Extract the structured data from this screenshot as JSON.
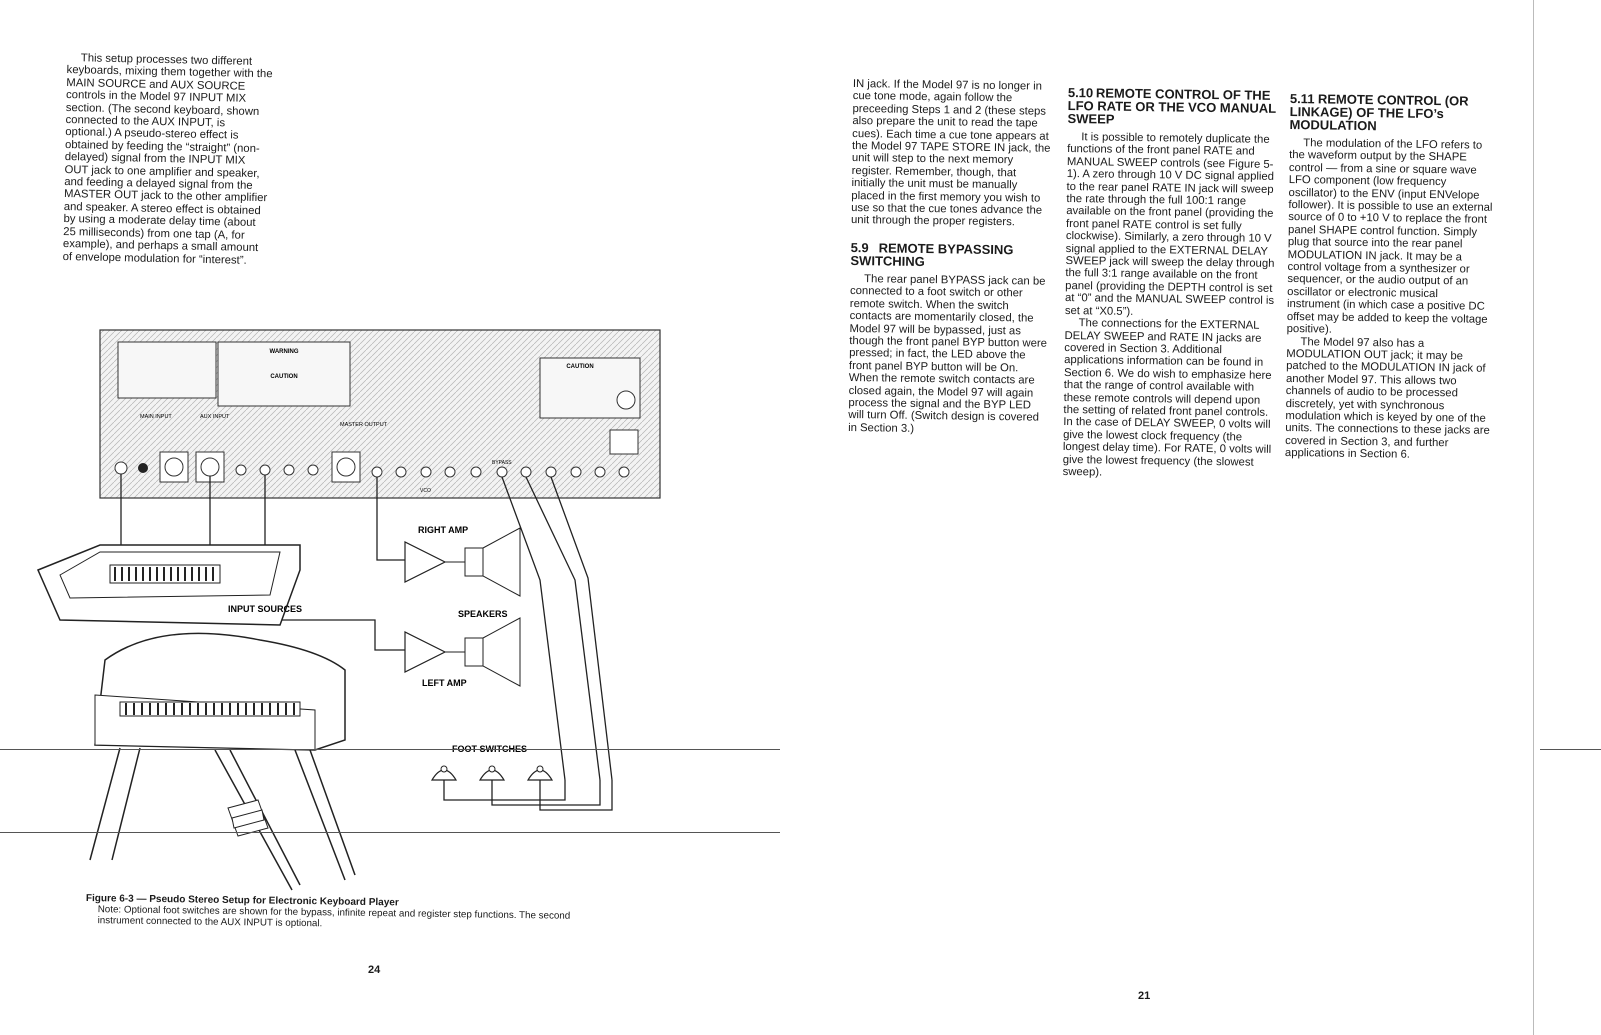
{
  "left_page": {
    "intro_text": "This setup processes two different keyboards, mixing them together with the MAIN SOURCE and AUX SOURCE controls in the Model 97 INPUT MIX section. (The second keyboard, shown connected to the AUX INPUT, is optional.) A pseudo-stereo effect is obtained by feeding the “straight” (non-delayed) signal from the INPUT MIX OUT jack to one amplifier and speaker, and feeding a delayed signal from the MASTER OUT jack to the other amplifier and speaker. A stereo effect is obtained by using a moderate delay time (about 25 milliseconds) from one tap (A, for example), and perhaps a small amount of envelope modulation for “interest”.",
    "figure": {
      "label_right_amp": "RIGHT AMP",
      "label_left_amp": "LEFT AMP",
      "label_speakers": "SPEAKERS",
      "label_input_sources": "INPUT SOURCES",
      "label_foot_switches": "FOOT SWITCHES",
      "label_warning": "WARNING",
      "label_caution_center": "CAUTION",
      "label_caution_right": "CAUTION",
      "label_main_input": "MAIN INPUT",
      "label_aux_input": "AUX INPUT",
      "label_master_output": "MASTER OUTPUT",
      "label_bypass": "BYPASS",
      "label_vco": "VCO"
    },
    "caption_title": "Figure 6-3 — Pseudo Stereo Setup for Electronic Keyboard Player",
    "caption_note": "Note: Optional foot switches are shown for the bypass, infinite repeat and register step functions. The second instrument connected to the AUX INPUT is optional.",
    "page_number": "24"
  },
  "right_page": {
    "col1_text": "IN jack. If the Model 97 is no longer in cue tone mode, again follow the preceeding Steps 1 and 2 (these steps also prepare the unit to read the tape cues). Each time a cue tone appears at the Model 97 TAPE STORE IN jack, the unit will step to the next memory register. Remember, though, that initially the unit must be manually placed in the first memory you wish to use so that the cue tones advance the unit through the proper registers.",
    "sec59_num": "5.9",
    "sec59_title": "REMOTE BYPASSING SWITCHING",
    "sec59_text": "The rear panel BYPASS jack can be connected to a foot switch or other remote switch. When the switch contacts are momentarily closed, the Model 97 will be bypassed, just as though the front panel BYP button were pressed; in fact, the LED above the front panel BYP button will be On. When the remote switch contacts are closed again, the Model 97 will again process the signal and the BYP LED will turn Off. (Switch design is covered in Section 3.)",
    "sec510_num": "5.10",
    "sec510_title": "REMOTE CONTROL OF THE LFO RATE OR THE VCO MANUAL SWEEP",
    "sec510_p1": "It is possible to remotely duplicate the functions of the front panel RATE and MANUAL SWEEP controls (see Figure 5-1). A zero through 10 V DC signal applied to the rear panel RATE IN jack will sweep the rate through the full 100:1 range available on the front panel (providing the front panel RATE control is set fully clockwise). Similarly, a zero through 10 V signal applied to the EXTERNAL DELAY SWEEP jack will sweep the delay through the full 3:1 range available on the front panel (providing the DEPTH control is set at “0” and the MANUAL SWEEP control is set at “X0.5”).",
    "sec510_p2": "The connections for the EXTERNAL DELAY SWEEP and RATE IN jacks are covered in Section 3. Additional applications information can be found in Section 6. We do wish to emphasize here that the range of control available with these remote controls will depend upon the setting of related front panel controls. In the case of DELAY SWEEP, 0 volts will give the lowest clock frequency (the longest delay time). For RATE, 0 volts will give the lowest frequency (the slowest sweep).",
    "sec511_num": "5.11",
    "sec511_title": "REMOTE CONTROL (OR LINKAGE) OF THE LFO’s MODULATION",
    "sec511_p1": "The modulation of the LFO refers to the waveform output by the SHAPE control — from a sine or square wave LFO component (low frequency oscillator) to the ENV (input ENVelope follower). It is possible to use an external source of 0 to +10 V to replace the front panel SHAPE control function. Simply plug that source into the rear panel MODULATION IN jack. It may be a control voltage from a synthesizer or sequencer, or the audio output of an oscillator or electronic musical instrument (in which case a positive DC offset may be added to keep the voltage positive).",
    "sec511_p2": "The Model 97 also has a MODULATION OUT jack; it may be patched to the MODULATION IN jack of another Model 97. This allows two channels of audio to be processed discretely, yet with synchronous modulation which is keyed by one of the units. The connections to these jacks are covered in Section 3, and further applications in Section 6.",
    "page_number": "21"
  }
}
